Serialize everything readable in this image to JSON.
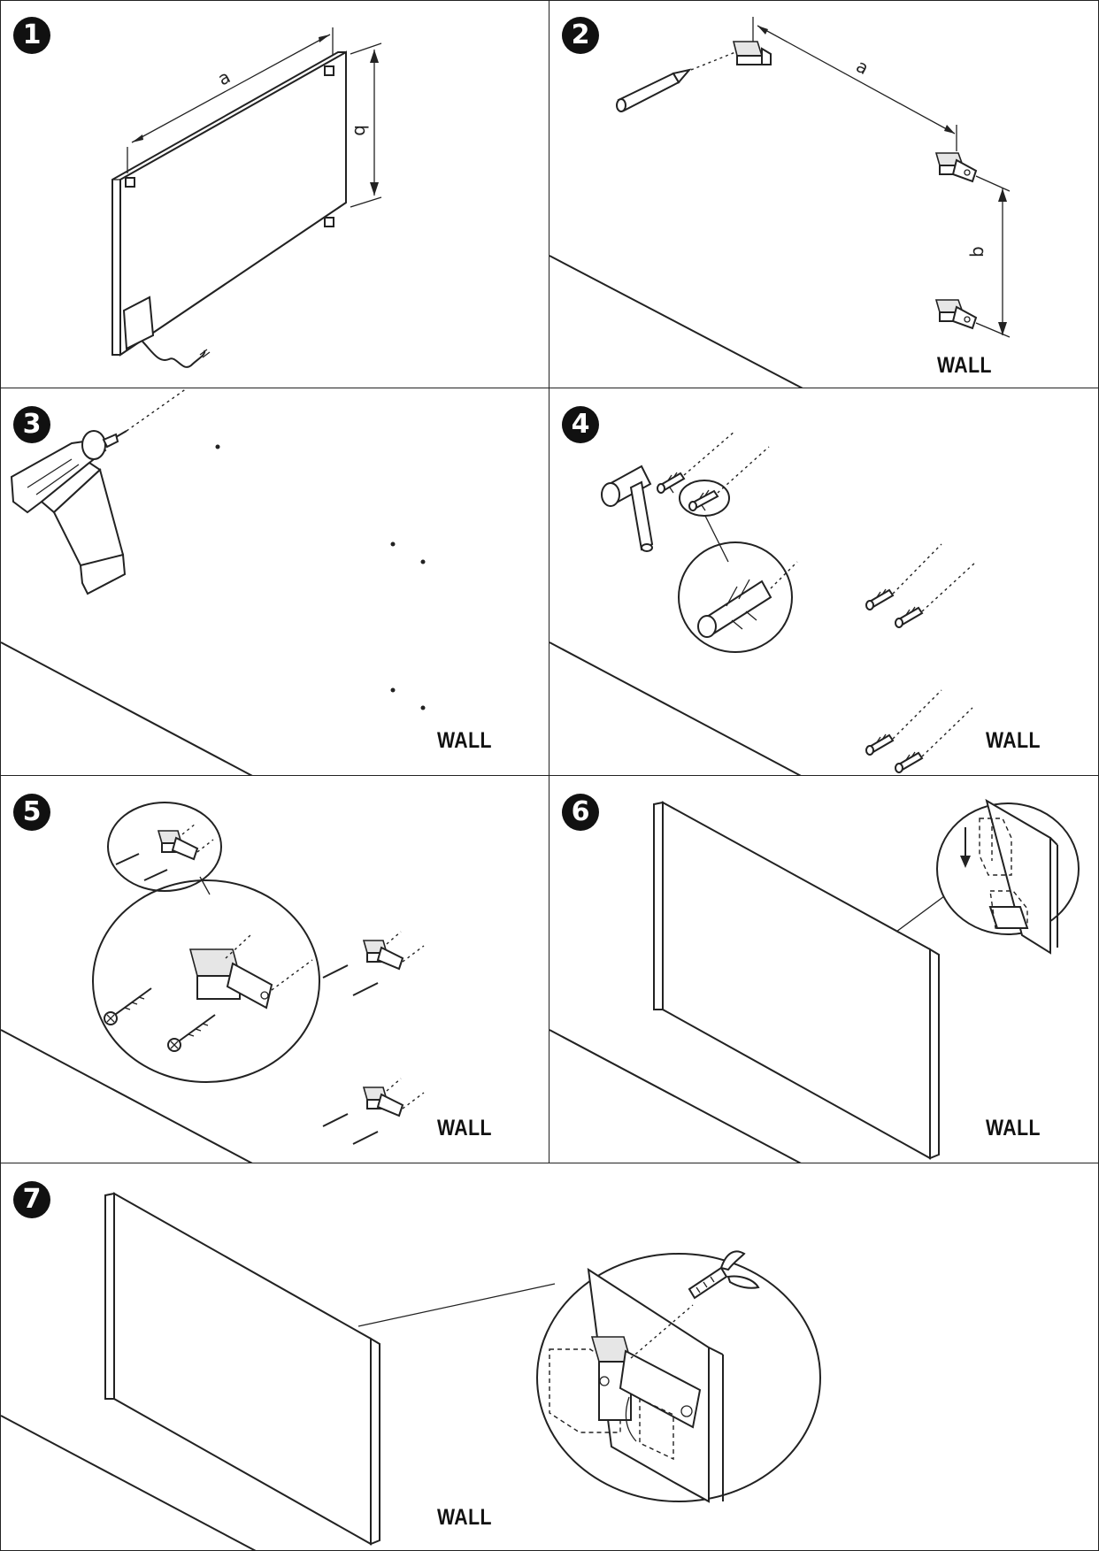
{
  "steps": [
    {
      "number": "1",
      "dim_a": "a",
      "dim_b": "b"
    },
    {
      "number": "2",
      "dim_a": "a",
      "dim_b": "b",
      "wall": "WALL"
    },
    {
      "number": "3",
      "wall": "WALL"
    },
    {
      "number": "4",
      "wall": "WALL"
    },
    {
      "number": "5",
      "wall": "WALL"
    },
    {
      "number": "6",
      "wall": "WALL"
    },
    {
      "number": "7",
      "wall": "WALL"
    }
  ],
  "icons": {
    "heater_panel": "heater-panel-icon",
    "pencil": "pencil-icon",
    "bracket": "bracket-icon",
    "drill": "drill-icon",
    "hammer": "hammer-icon",
    "wall_plug": "wall-plug-icon",
    "screw": "screw-icon",
    "magnifier": "detail-magnifier-icon",
    "wing_screw": "wing-screw-icon"
  },
  "colors": {
    "ink": "#222222",
    "paper": "#ffffff"
  }
}
